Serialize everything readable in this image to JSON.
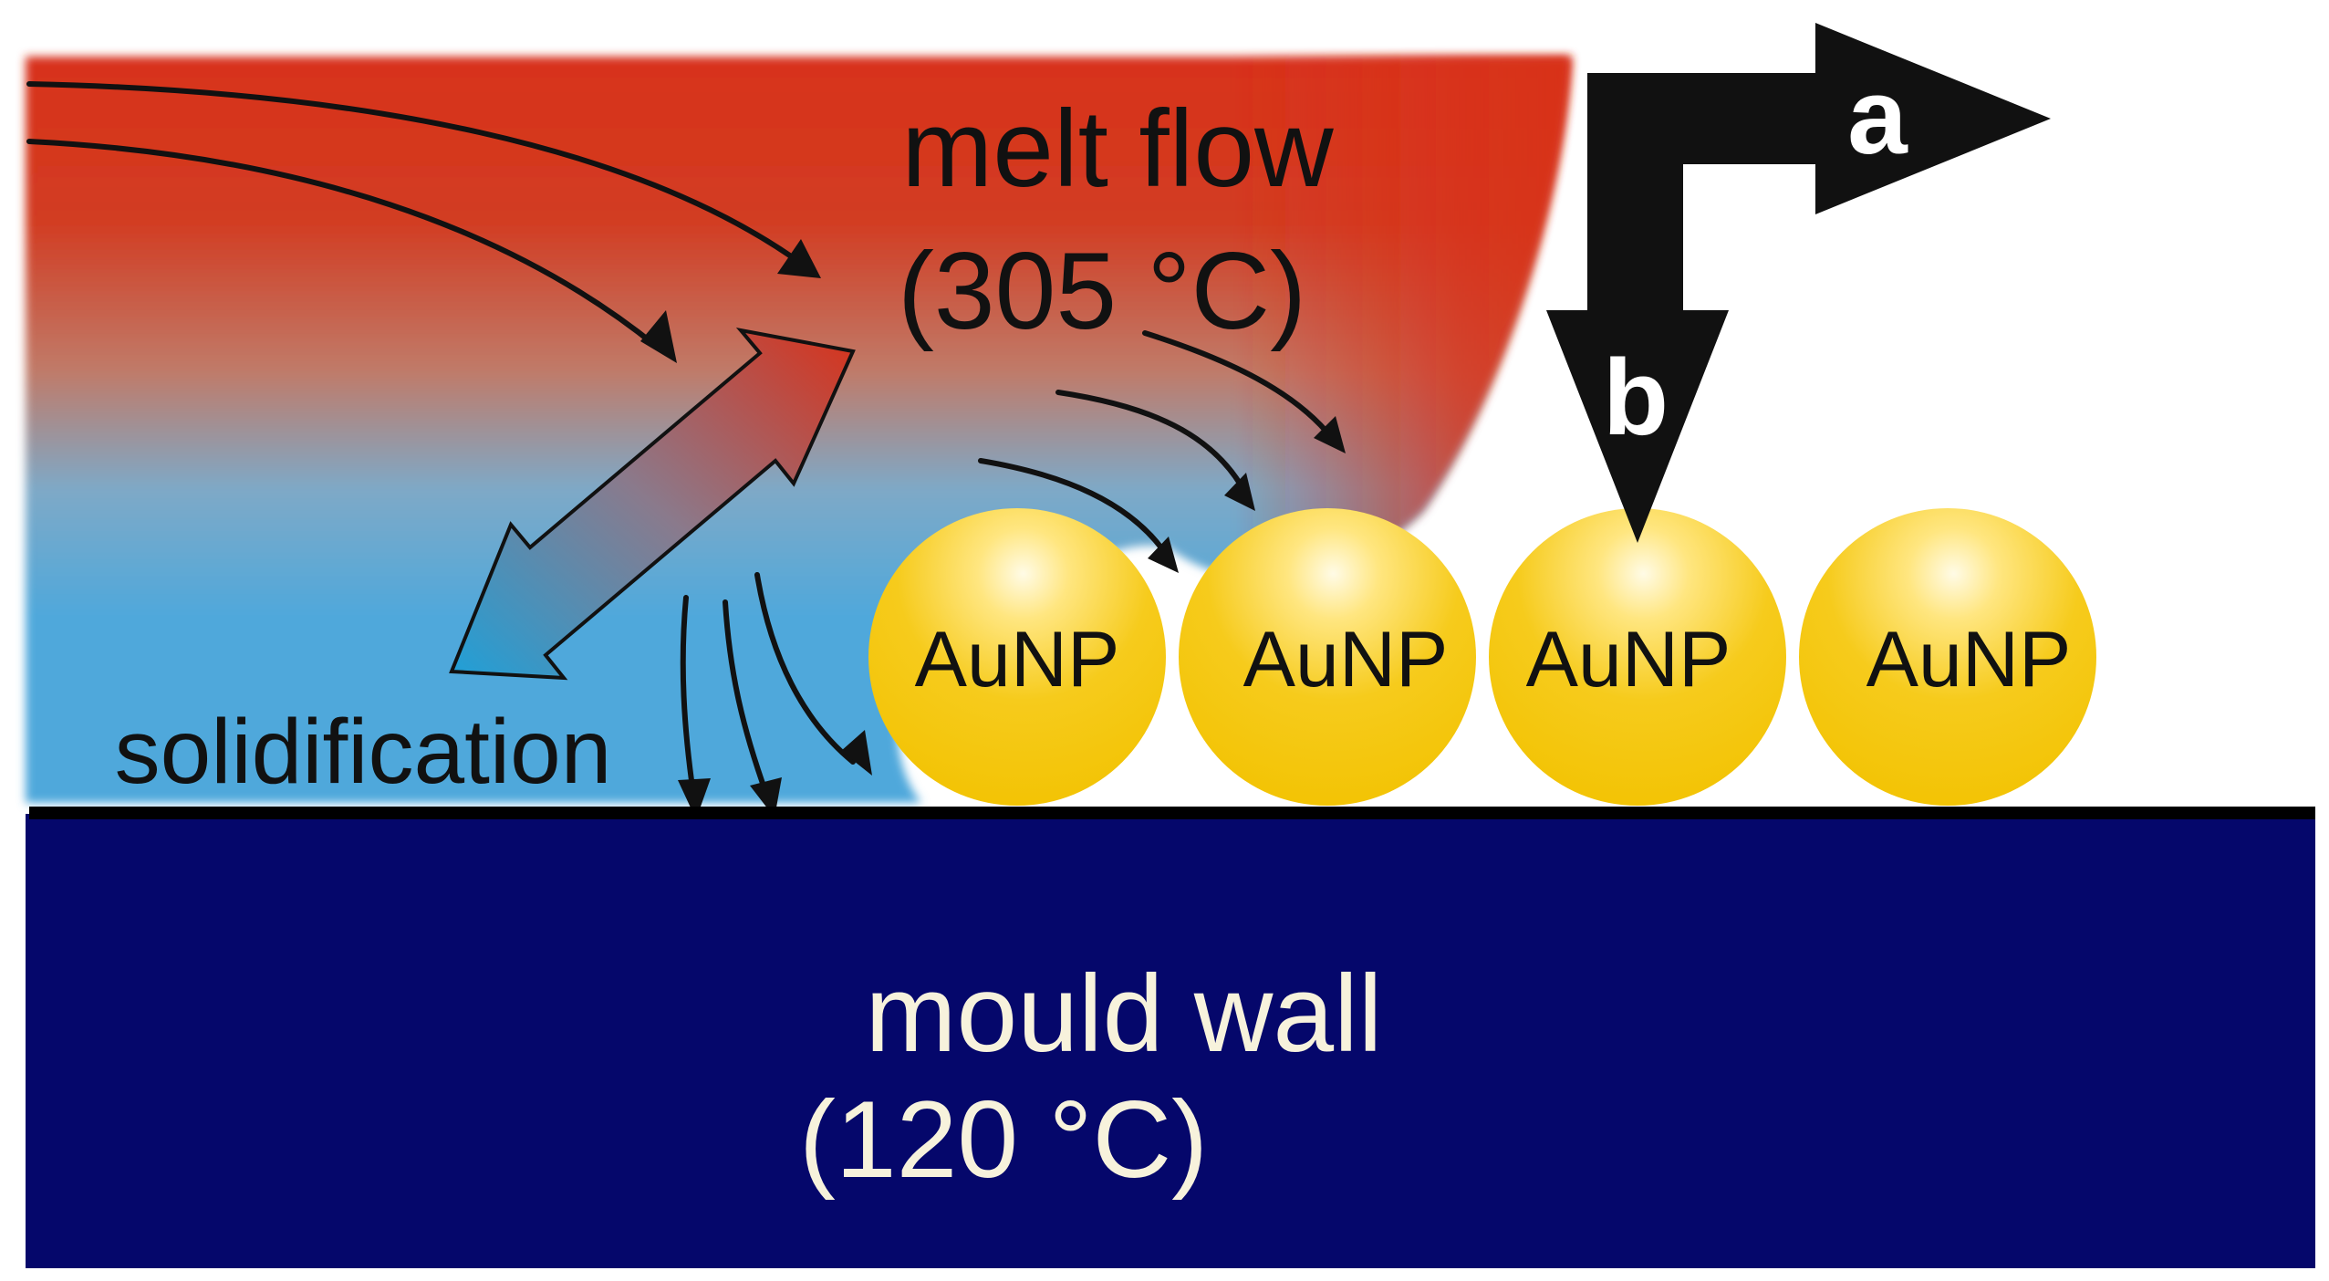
{
  "colors": {
    "melt": "#d8321a",
    "melt_light": "#e86a4a",
    "solid": "#4fa8db",
    "mould_wall": "#05076b",
    "wall_text": "#f7f2dc",
    "nanoparticle": "#f2c200",
    "nanoparticle_highlight": "#fffbe6",
    "arrow": "#111111"
  },
  "melt_flow": {
    "label": "melt flow",
    "temperature": "(305 °C)"
  },
  "solidification": {
    "label": "solidification"
  },
  "mould_wall": {
    "label": "mould wall",
    "temperature": "(120 °C)"
  },
  "nanoparticles": [
    {
      "label": "AuNP"
    },
    {
      "label": "AuNP"
    },
    {
      "label": "AuNP"
    },
    {
      "label": "AuNP"
    }
  ],
  "directions": {
    "a": "a",
    "b": "b"
  },
  "icons": {
    "flow_arrows": "curved-arrow-icon",
    "heat_exchange": "double-headed-arrow-icon",
    "direction_arrow": "elbow-arrow-icon"
  }
}
